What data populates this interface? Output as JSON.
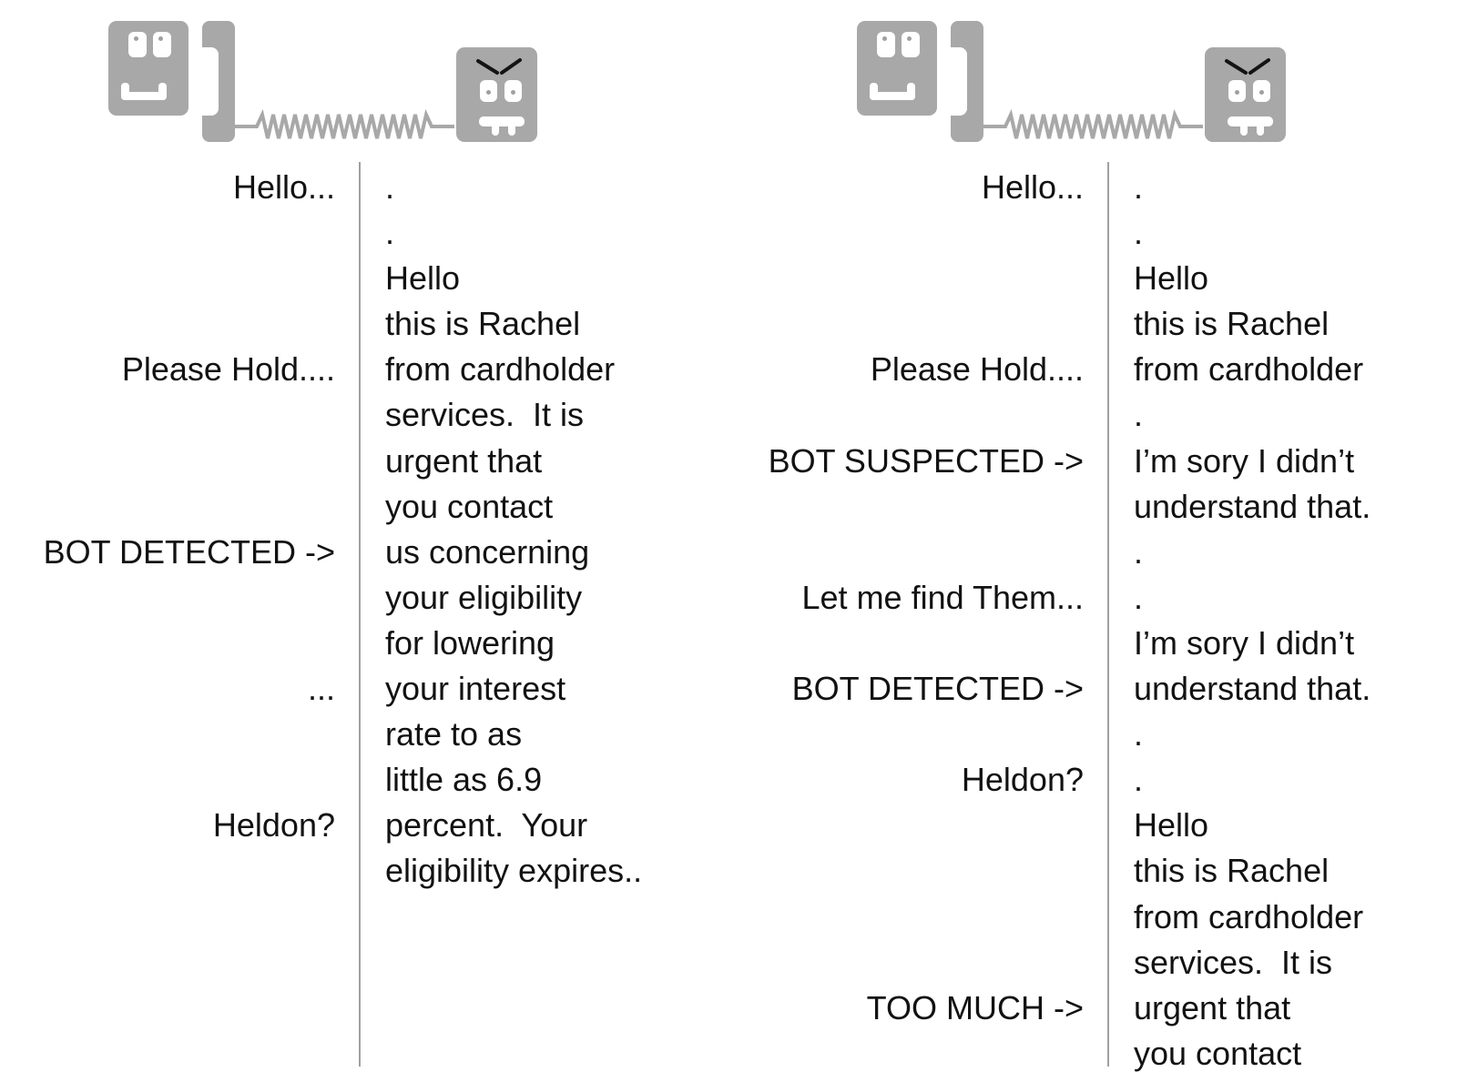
{
  "colors": {
    "background": "#ffffff",
    "icon_gray": "#a8a8a8",
    "text": "#121212",
    "divider_line": "#a0a0a0",
    "eyebrow_black": "#141414"
  },
  "header_icons": [
    "calm-robot-icon",
    "phone-handset-icon",
    "coiled-cord-icon",
    "angry-robot-icon"
  ],
  "panels": [
    {
      "caller_lines": [
        "Hello...",
        "",
        "",
        "",
        "Please Hold....",
        "",
        "",
        "",
        "BOT DETECTED ->",
        "",
        "",
        "...",
        "",
        "",
        "Heldon?",
        ""
      ],
      "bot_lines": [
        ".",
        ".",
        "Hello",
        "this is Rachel",
        "from cardholder",
        "services.  It is",
        "urgent that",
        "you contact",
        "us concerning",
        "your eligibility",
        "for lowering",
        "your interest",
        "rate to as",
        "little as 6.9",
        "percent.  Your",
        "eligibility expires.."
      ]
    },
    {
      "caller_lines": [
        "Hello...",
        "",
        "",
        "",
        "Please Hold....",
        "",
        "BOT SUSPECTED ->",
        "",
        "",
        "Let me find Them...",
        "",
        "BOT DETECTED ->",
        "",
        "Heldon?",
        "",
        "",
        "",
        "",
        "TOO MUCH ->",
        ""
      ],
      "bot_lines": [
        ".",
        ".",
        "Hello",
        "this is Rachel",
        "from cardholder",
        ".",
        "I’m sory I didn’t",
        "understand that.",
        ".",
        ".",
        "I’m sory I didn’t",
        "understand that.",
        ".",
        ".",
        "Hello",
        "this is Rachel",
        "from cardholder",
        "services.  It is",
        "urgent that",
        "you contact"
      ]
    }
  ]
}
